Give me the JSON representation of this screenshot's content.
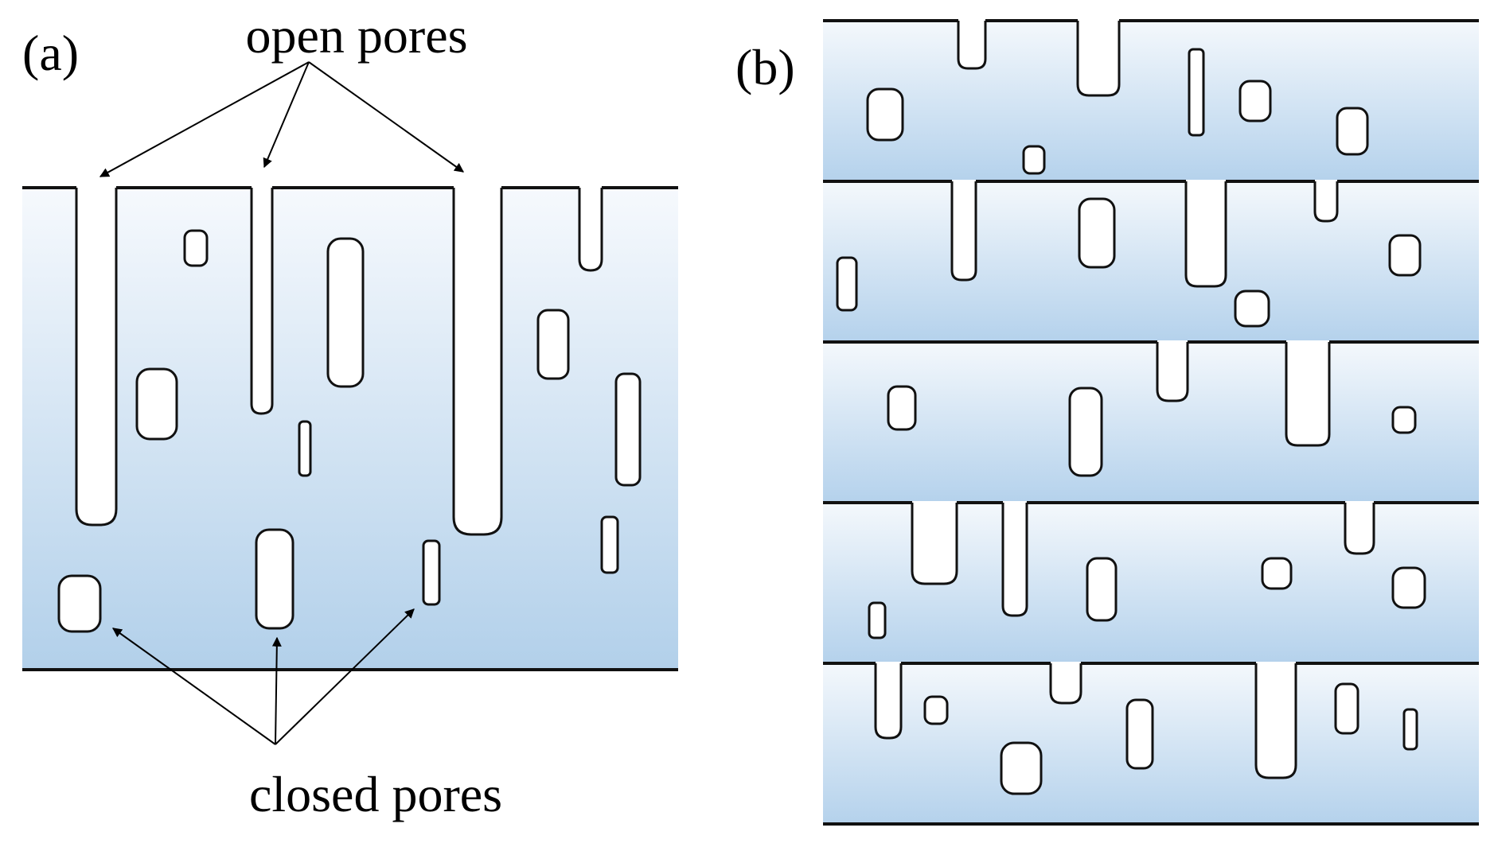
{
  "panel_a": {
    "label": "(a)",
    "open_label": "open pores",
    "closed_label": "closed pores"
  },
  "panel_b": {
    "label": "(b)"
  },
  "colors": {
    "gradient_top": "#f6f9fd",
    "gradient_bottom": "#b2d0ea",
    "outline": "#111111",
    "pore": "#ffffff"
  }
}
